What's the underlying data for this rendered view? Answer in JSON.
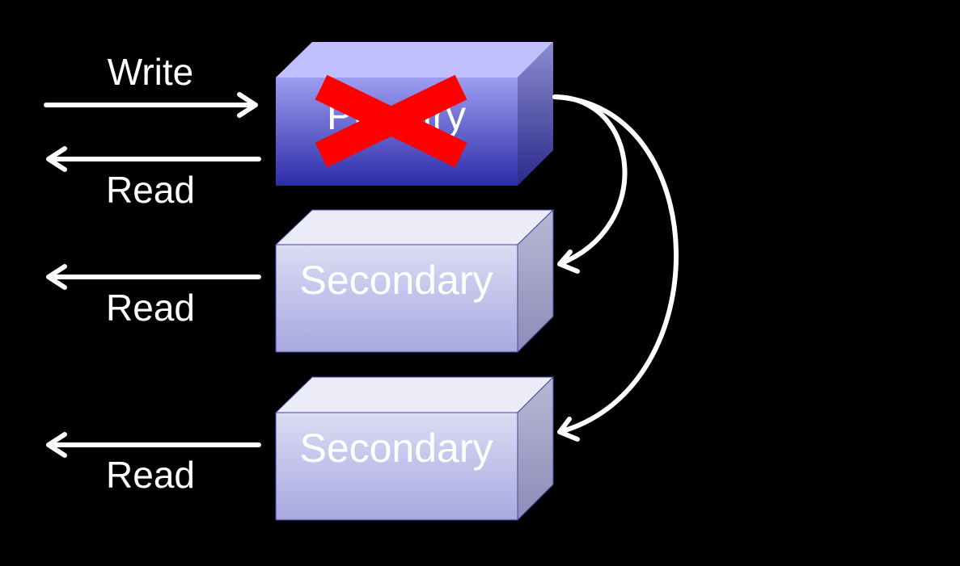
{
  "labels": {
    "write": "Write",
    "read_1": "Read",
    "read_2": "Read",
    "read_3": "Read"
  },
  "nodes": {
    "primary": {
      "label": "Primary",
      "status": "failed",
      "crossed_out": true
    },
    "secondary_1": {
      "label": "Secondary"
    },
    "secondary_2": {
      "label": "Secondary"
    }
  },
  "colors": {
    "background": "#000000",
    "primary_top": "#bfbffd",
    "primary_bottom": "#2c2caa",
    "secondary_top": "#e6e6f8",
    "secondary_bottom": "#a8a8e0",
    "cross": "#ff0000",
    "arrows": "#ffffff"
  }
}
